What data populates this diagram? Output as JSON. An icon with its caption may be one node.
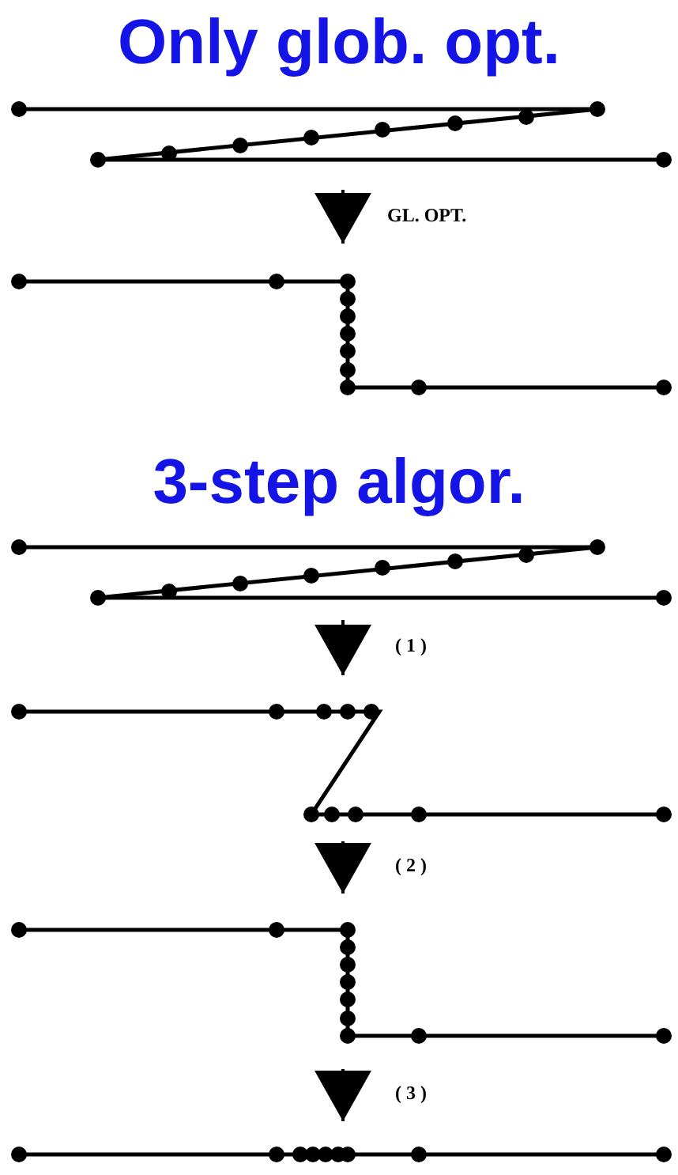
{
  "diagram": {
    "nodes": [
      {
        "text": [],
        "shape": "picture"
      },
      {
        "text": [],
        "shape": "picture"
      },
      {
        "text": [],
        "shape": "picture"
      },
      {
        "text": [],
        "shape": "picture"
      },
      {
        "text": [],
        "shape": "picture"
      },
      {
        "text": [],
        "shape": "picture"
      }
    ],
    "edges": [
      {
        "from": 0,
        "to": 1,
        "arrow": "to",
        "label": "GL. OPT."
      },
      {
        "from": 2,
        "to": 3,
        "arrow": "to",
        "label": "( 1 )"
      },
      {
        "from": 3,
        "to": 4,
        "arrow": "to",
        "label": "( 2 )"
      },
      {
        "from": 4,
        "to": 5,
        "arrow": "to",
        "label": "( 3 )"
      }
    ],
    "labels": [
      "Only glob. opt.",
      "3-step algor."
    ]
  }
}
